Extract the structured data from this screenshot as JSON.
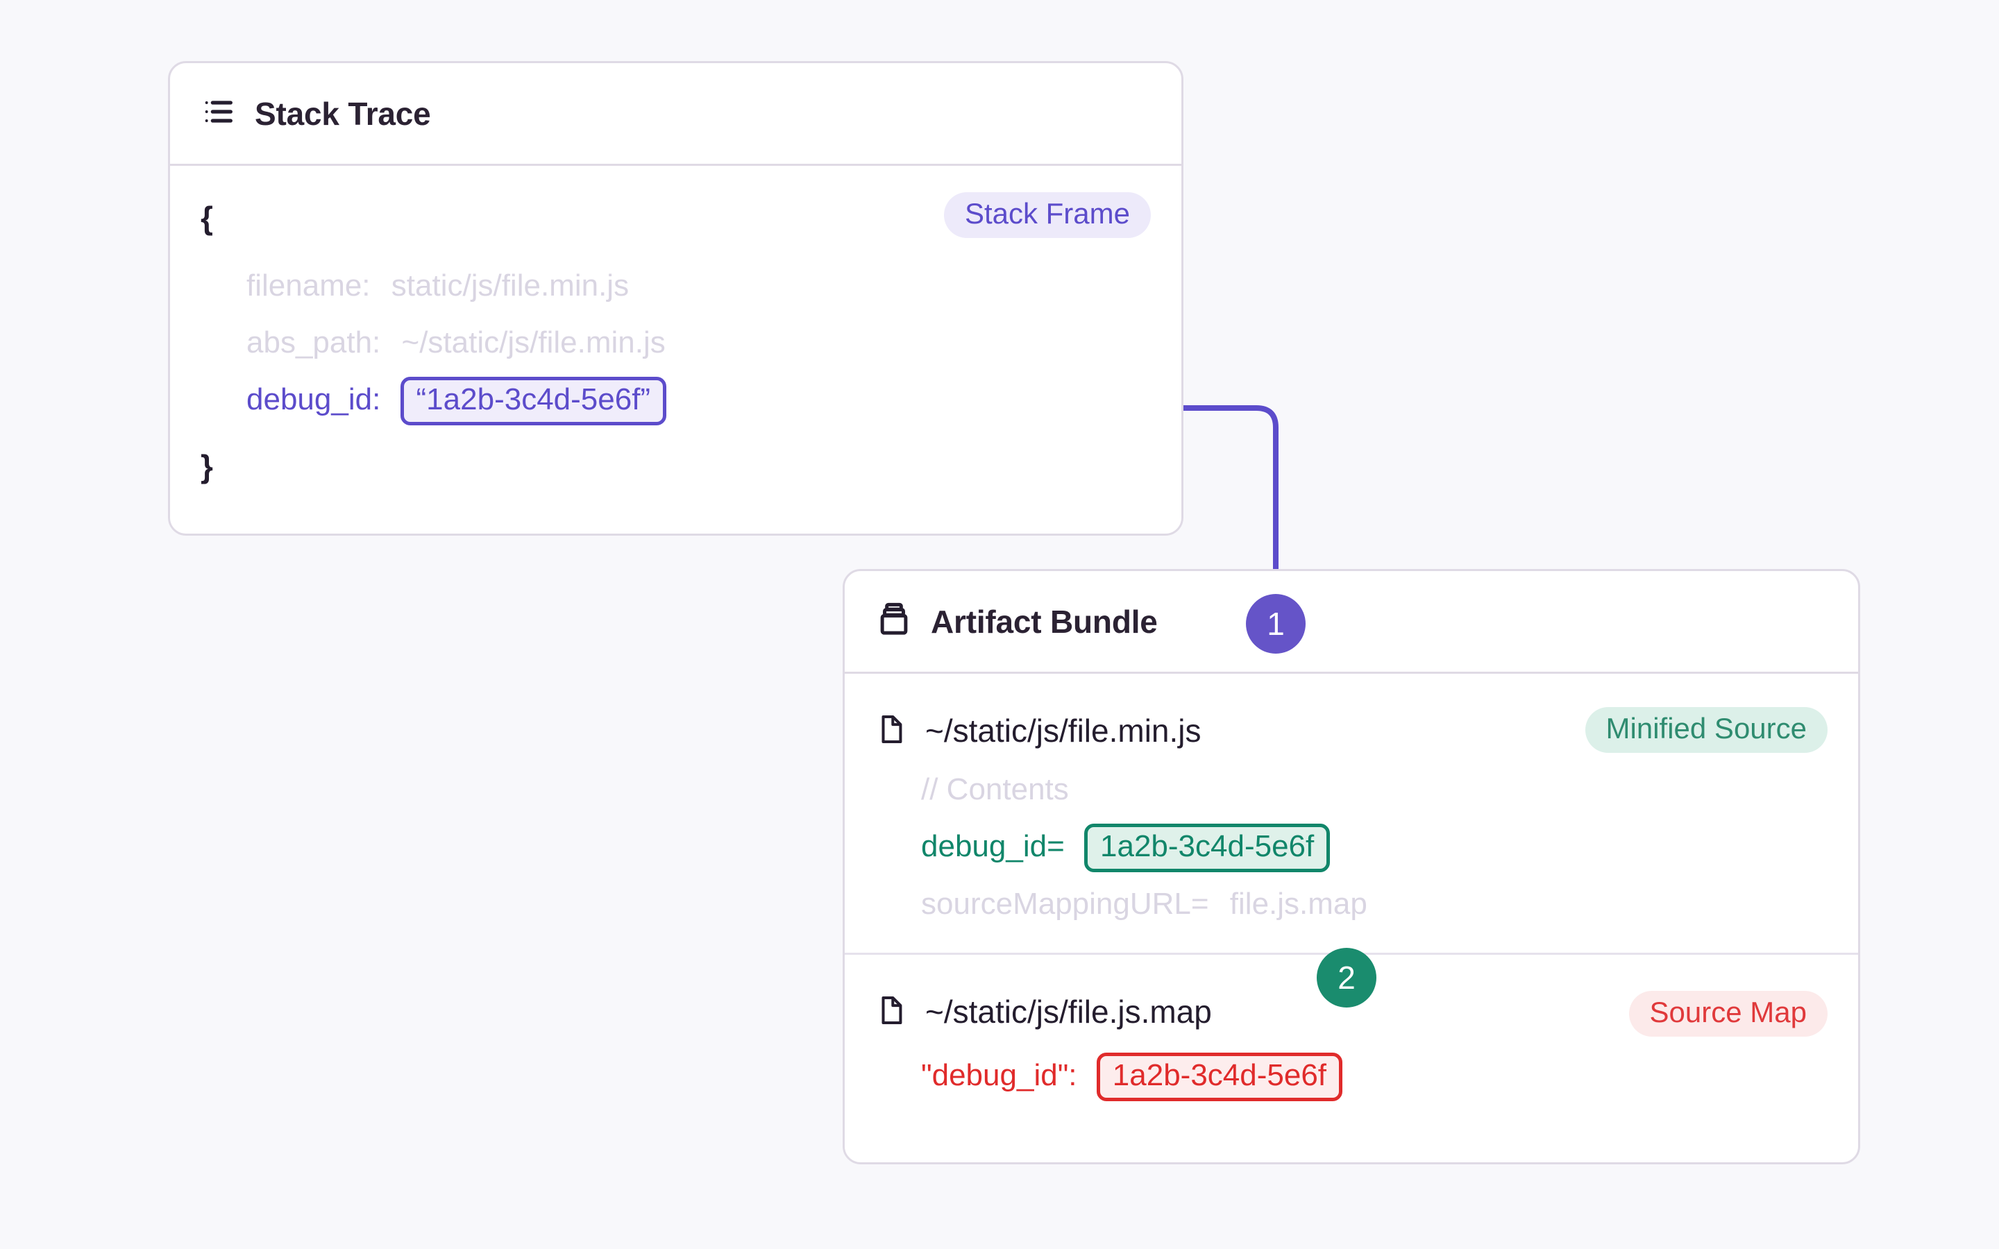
{
  "theme": {
    "background": "#F8F8FB",
    "card_bg": "#FFFFFF",
    "card_border": "#DFDAE5",
    "purple": "#5C4CCB",
    "purple_badge": "#6554C8",
    "green": "#11866A",
    "green_badge": "#1A8C6E",
    "red": "#E02B2B",
    "muted_text": "#D9D5E2",
    "dark_text": "#241D2E"
  },
  "stack_trace_card": {
    "icon": "list-icon",
    "title": "Stack Trace",
    "badge": {
      "label": "Stack Frame",
      "style": "purple"
    },
    "open_brace": "{",
    "close_brace": "}",
    "fields": [
      {
        "key": "filename:",
        "value": "static/js/file.min.js",
        "muted": true
      },
      {
        "key": "abs_path:",
        "value": "~/static/js/file.min.js",
        "muted": true
      }
    ],
    "debug_id": {
      "key": "debug_id:",
      "value": "“1a2b-3c4d-5e6f”"
    }
  },
  "artifact_bundle_card": {
    "icon": "archive-icon",
    "title": "Artifact Bundle",
    "sections": [
      {
        "file_icon": "file-icon",
        "file_path": "~/static/js/file.min.js",
        "badge": {
          "label": "Minified Source",
          "style": "green"
        },
        "lines": [
          {
            "text": "// Contents",
            "muted": true
          },
          {
            "key": "debug_id=",
            "chip": "1a2b-3c4d-5e6f",
            "style": "green"
          },
          {
            "key": "sourceMappingURL=",
            "value": "file.js.map",
            "muted": true
          }
        ]
      },
      {
        "file_icon": "file-icon",
        "file_path": "~/static/js/file.js.map",
        "badge": {
          "label": "Source Map",
          "style": "red"
        },
        "lines": [
          {
            "key": "\"debug_id\":",
            "chip": "1a2b-3c4d-5e6f",
            "style": "red"
          }
        ]
      }
    ]
  },
  "connectors": [
    {
      "id": "connector-1",
      "label": "1",
      "from": "stack-trace-debug-id",
      "to": "minified-source-debug-id",
      "badge_style": "purple",
      "gradient_from": "#5C4CCB",
      "gradient_to": "#11866A"
    },
    {
      "id": "connector-2",
      "label": "2",
      "from": "minified-source-debug-id",
      "to": "source-map-debug-id",
      "badge_style": "green",
      "gradient_from": "#11866A",
      "gradient_to": "#E02B2B"
    }
  ]
}
